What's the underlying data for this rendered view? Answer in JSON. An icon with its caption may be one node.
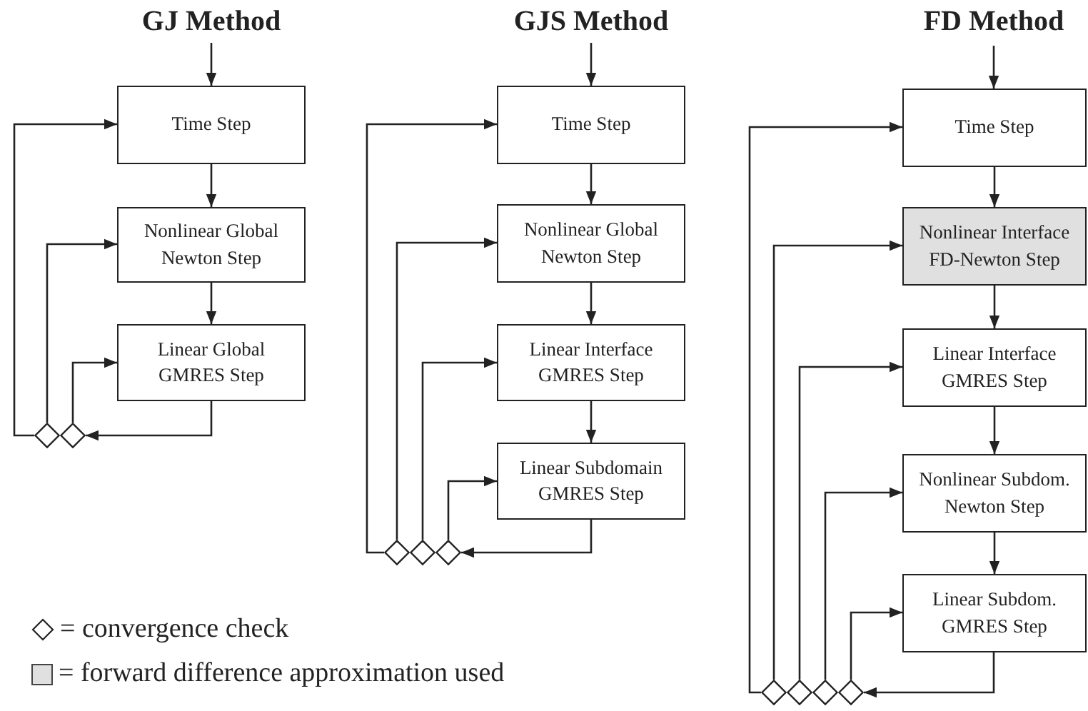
{
  "diagram": {
    "nodes": [
      {
        "text": [
          "Time Step"
        ]
      },
      {
        "text": [
          "Nonlinear Global Newton Step"
        ]
      },
      {
        "text": [
          "Linear Global GMRES Step"
        ]
      },
      {
        "text": [],
        "shape": "diamond"
      },
      {
        "text": [],
        "shape": "diamond"
      },
      {
        "text": [
          "Time Step"
        ]
      },
      {
        "text": [
          "Nonlinear Global Newton Step"
        ]
      },
      {
        "text": [
          "Linear Interface GMRES Step"
        ]
      },
      {
        "text": [
          "Linear Subdomain GMRES Step"
        ]
      },
      {
        "text": [],
        "shape": "diamond"
      },
      {
        "text": [],
        "shape": "diamond"
      },
      {
        "text": [],
        "shape": "diamond"
      },
      {
        "text": [
          "Time Step"
        ]
      },
      {
        "text": [
          "Nonlinear Interface FD-Newton Step"
        ]
      },
      {
        "text": [
          "Linear Interface GMRES Step"
        ]
      },
      {
        "text": [
          "Nonlinear Subdom. Newton Step"
        ]
      },
      {
        "text": [
          "Linear Subdom. GMRES Step"
        ]
      },
      {
        "text": [],
        "shape": "diamond"
      },
      {
        "text": [],
        "shape": "diamond"
      },
      {
        "text": [],
        "shape": "diamond"
      },
      {
        "text": [],
        "shape": "diamond"
      }
    ],
    "edges": [
      {
        "from": null,
        "to": 0,
        "arrow": "to"
      },
      {
        "from": 0,
        "to": 1,
        "arrow": "to"
      },
      {
        "from": 1,
        "to": 2,
        "arrow": "to"
      },
      {
        "from": 2,
        "to": 4,
        "arrow": "to"
      },
      {
        "from": 4,
        "to": 2,
        "arrow": "to"
      },
      {
        "from": 3,
        "to": 1,
        "arrow": "to"
      },
      {
        "from": 3,
        "to": 0,
        "arrow": "to"
      },
      {
        "from": null,
        "to": 5,
        "arrow": "to"
      },
      {
        "from": 5,
        "to": 6,
        "arrow": "to"
      },
      {
        "from": 6,
        "to": 7,
        "arrow": "to"
      },
      {
        "from": 7,
        "to": 8,
        "arrow": "to"
      },
      {
        "from": 8,
        "to": 11,
        "arrow": "to"
      },
      {
        "from": 11,
        "to": 8,
        "arrow": "to"
      },
      {
        "from": 10,
        "to": 7,
        "arrow": "to"
      },
      {
        "from": 9,
        "to": 6,
        "arrow": "to"
      },
      {
        "from": 9,
        "to": 5,
        "arrow": "to"
      },
      {
        "from": null,
        "to": 12,
        "arrow": "to"
      },
      {
        "from": 12,
        "to": 13,
        "arrow": "to"
      },
      {
        "from": 13,
        "to": 14,
        "arrow": "to"
      },
      {
        "from": 14,
        "to": 15,
        "arrow": "to"
      },
      {
        "from": 15,
        "to": 16,
        "arrow": "to"
      },
      {
        "from": 16,
        "to": 20,
        "arrow": "to"
      },
      {
        "from": 20,
        "to": 16,
        "arrow": "to"
      },
      {
        "from": 19,
        "to": 15,
        "arrow": "to"
      },
      {
        "from": 18,
        "to": 14,
        "arrow": "to"
      },
      {
        "from": 17,
        "to": 13,
        "arrow": "to"
      },
      {
        "from": 17,
        "to": 12,
        "arrow": "to"
      }
    ],
    "labels": [
      "GJ Method",
      "GJS Method",
      "FD Method"
    ],
    "legend": [
      {
        "text": "= convergence check"
      },
      {
        "text": "= forward difference approximation used",
        "color": "#e0e0e0"
      }
    ]
  }
}
